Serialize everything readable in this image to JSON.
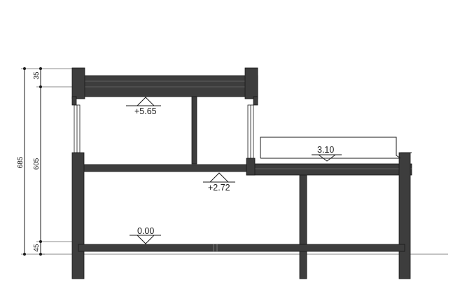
{
  "drawing": {
    "levels": {
      "roof": "+5.65",
      "first_floor": "+2.72",
      "terrace": "3.10",
      "ground": "0.00"
    },
    "dimensions": {
      "total_height": "685",
      "roof_slab": "35",
      "storey": "605",
      "base": "45"
    }
  },
  "colors": {
    "wall": "#3d3d3d",
    "line": "#1a1a1a",
    "background": "#ffffff"
  }
}
